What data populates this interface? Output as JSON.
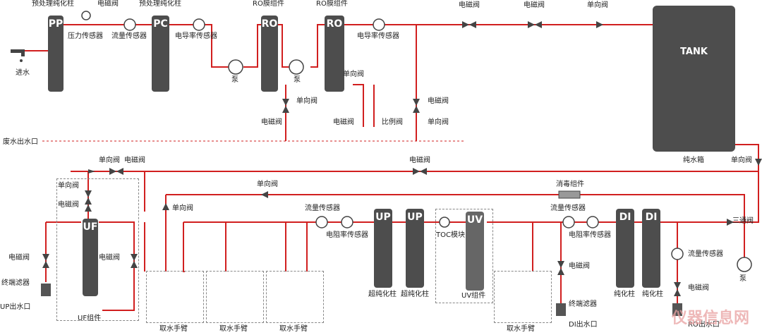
{
  "top": {
    "pp_label": "预处理纯化柱",
    "pp_col": "PP",
    "solenoid1": "电磁阀",
    "pc_label": "预处理纯化柱",
    "pc_col": "PC",
    "ro1_label": "RO膜组件",
    "ro1_col": "RO",
    "ro2_label": "RO膜组件",
    "ro2_col": "RO",
    "solenoid_top1": "电磁阀",
    "solenoid_top2": "电磁阀",
    "check_top": "单向阀",
    "tank": "TANK",
    "inlet": "进水",
    "pressure_sensor": "压力传感器",
    "flow_sensor1": "流量传感器",
    "cond_sensor1": "电导率传感器",
    "cond_sensor2": "电导率传感器",
    "pump1": "泵",
    "pump2": "泵",
    "check_ro": "单向阀",
    "check_ro1": "单向阀",
    "solenoid_ro1": "电磁阀",
    "solenoid_ro2": "电磁阀",
    "proportional": "比例阀",
    "solenoid_ro3": "电磁阀",
    "check_ro3": "单向阀",
    "waste": "废水出水口",
    "tank_label": "纯水箱",
    "check_tank": "单向阀"
  },
  "bottom": {
    "check1": "单向阀",
    "solenoid1": "电磁阀",
    "solenoid_loop": "电磁阀",
    "check_loop": "单向阀",
    "disinfect": "消毒组件",
    "check_uf1": "单向阀",
    "solenoid_uf1": "电磁阀",
    "uf_col": "UF",
    "check_up": "单向阀",
    "flow_sensor_up": "流量传感器",
    "resist_sensor_up": "电阻率传感器",
    "up1": "UP",
    "up2": "UP",
    "uv": "UV",
    "toc": "TOC模块",
    "flow_sensor_di": "流量传感器",
    "resist_sensor_di": "电阻率传感器",
    "di1": "DI",
    "di2": "DI",
    "three_way": "三通阀",
    "pump3": "泵",
    "flow_sensor_di2": "流量传感器",
    "solenoid_left": "电磁阀",
    "solenoid_uf2": "电磁阀",
    "terminal_filter1": "终端滤器",
    "up_outlet": "UP出水口",
    "uf_assembly": "UF组件",
    "arm1": "取水手臂",
    "arm2": "取水手臂",
    "arm3": "取水手臂",
    "arm4": "取水手臂",
    "up_label1": "超纯化柱",
    "up_label2": "超纯化柱",
    "uv_assembly": "UV组件",
    "solenoid_di": "电磁阀",
    "terminal_filter2": "终端滤器",
    "di_outlet": "DI出水口",
    "di_label1": "纯化柱",
    "di_label2": "纯化柱",
    "solenoid_ro_out": "电磁阀",
    "ro_outlet": "RO出水口",
    "watermark": "仪器信息网"
  },
  "colors": {
    "pipe": "#d11f1f",
    "body": "#4d4d4d"
  }
}
